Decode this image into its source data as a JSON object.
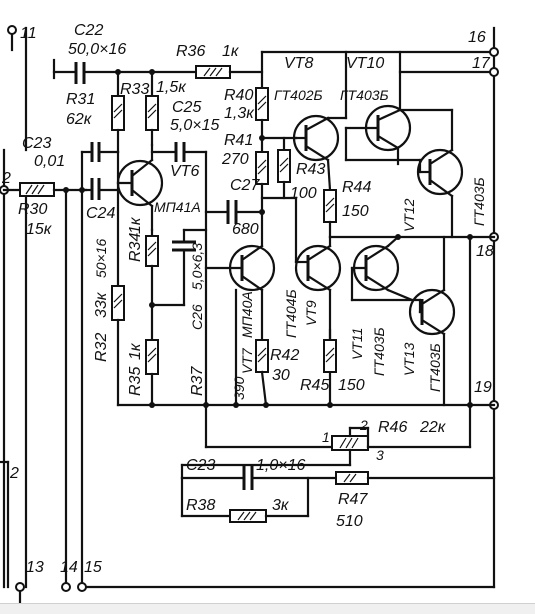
{
  "labels": {
    "t11": "11",
    "t16": "16",
    "t17": "17",
    "t18": "18",
    "t19": "19",
    "t2": "2",
    "t2b": "2",
    "t13": "13",
    "t14": "14",
    "t15": "15",
    "c22": "C22",
    "c22v": "50,0×16",
    "r36": "R36",
    "r36v": "1к",
    "r31": "R31",
    "r31v": "62к",
    "r33": "R33",
    "r33v": "1,5к",
    "c25": "C25",
    "c25v": "5,0×15",
    "r40": "R40",
    "r40v": "1,3к",
    "vt8": "VT8",
    "vt8t": "ГТ402Б",
    "vt10": "VT10",
    "vt10t": "ГТ403Б",
    "c23a": "C23",
    "c23av": "0,01",
    "r41": "R41",
    "r41v": "270",
    "r43": "R43",
    "r43v": "100",
    "r44": "R44",
    "r44v": "150",
    "vt6": "VT6",
    "vt6t": "МП41А",
    "r30": "R30",
    "r30v": "15к",
    "c24": "C24",
    "c27": "C27",
    "c27v": "680",
    "vt12": "VT12",
    "vt12t": "ГТ403Б",
    "r34": "R34",
    "r34v": "1к",
    "c26": "C26",
    "c26v": "5,0×6,3",
    "r32": "R32",
    "r32v": "33к",
    "c24v": "50×16",
    "vt7": "VT7",
    "vt7t": "МП40А",
    "vt9": "VT9",
    "vt9t": "ГТ404Б",
    "vt11": "VT11",
    "vt11t": "ГТ403Б",
    "vt13": "VT13",
    "vt13t": "ГТ403Б",
    "r35": "R35",
    "r35v": "1к",
    "r37": "R37",
    "r37v": "390",
    "r42": "R42",
    "r42v": "30",
    "r45": "R45",
    "r45v": "150",
    "r46": "R46",
    "r46v": "22к",
    "pin1": "1",
    "pin2": "2",
    "pin3": "3",
    "c23b": "C23",
    "c23bv": "1,0×16",
    "r47": "R47",
    "r47v": "510",
    "r38": "R38",
    "r38v": "3к"
  }
}
